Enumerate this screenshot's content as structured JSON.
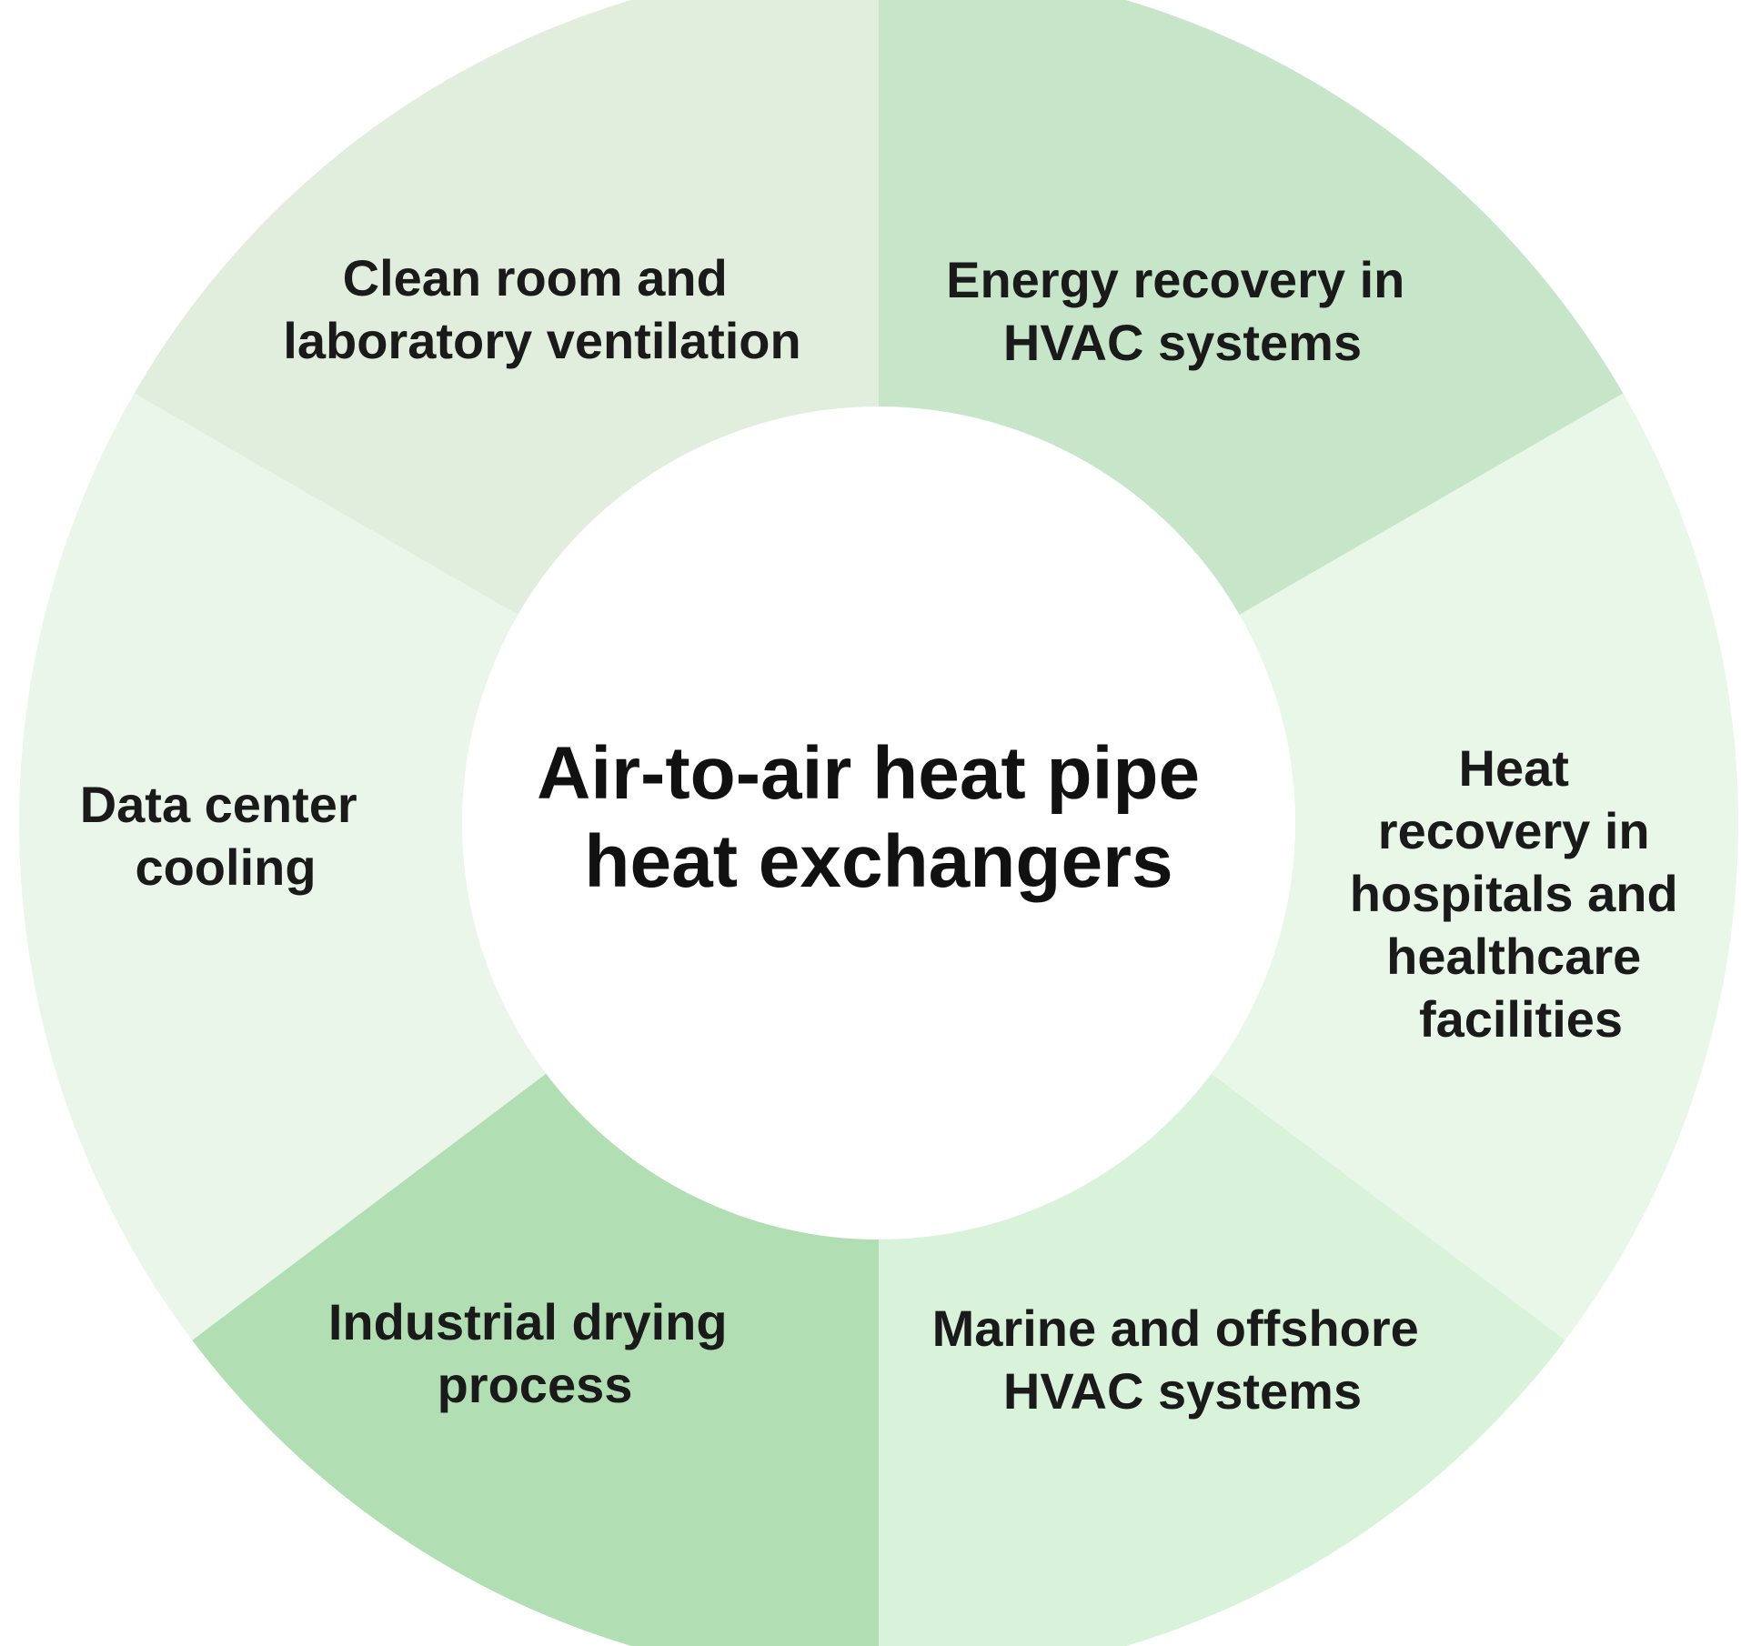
{
  "center": {
    "title_lines": [
      "Air-to-air heat pipe",
      "heat exchangers"
    ]
  },
  "segments": [
    {
      "label_lines": [
        "Energy recovery in",
        "HVAC systems"
      ],
      "color": "#c7e6c9"
    },
    {
      "label_lines": [
        "Heat",
        "recovery in",
        "hospitals and",
        "healthcare",
        "facilities"
      ],
      "color": "#e8f7e8"
    },
    {
      "label_lines": [
        "Marine and offshore",
        "HVAC systems"
      ],
      "color": "#d9f2da"
    },
    {
      "label_lines": [
        "Industrial drying",
        "process"
      ],
      "color": "#b2deb3"
    },
    {
      "label_lines": [
        "Data center",
        "cooling"
      ],
      "color": "#e9f6e9"
    },
    {
      "label_lines": [
        "Clean room and",
        "laboratory ventilation"
      ],
      "color": "#e1eedd"
    }
  ]
}
